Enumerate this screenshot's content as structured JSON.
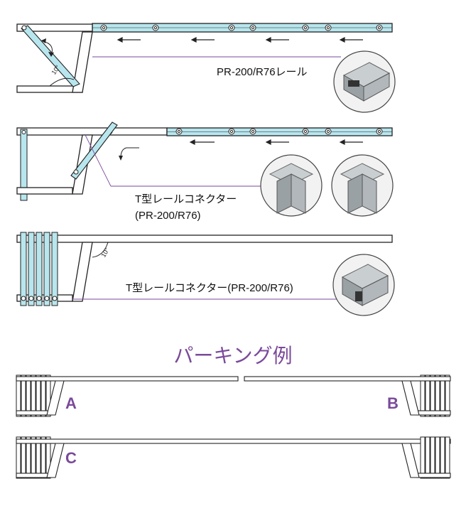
{
  "diagram1": {
    "angle_label": "10°",
    "rail_label": "PR-200/R76レール"
  },
  "diagram2": {
    "connector_label_line1": "T型レールコネクター",
    "connector_label_line2": "(PR-200/R76)"
  },
  "diagram3": {
    "angle_label": "10°",
    "connector_label": "T型レールコネクター(PR-200/R76)"
  },
  "parking": {
    "title": "パーキング例",
    "label_a": "A",
    "label_b": "B",
    "label_c": "C"
  },
  "colors": {
    "rail_cyan": "#b8e6ee",
    "accent_purple": "#7a4a9a",
    "line_dark": "#222222",
    "photo_bg": "#f2f2f2"
  }
}
